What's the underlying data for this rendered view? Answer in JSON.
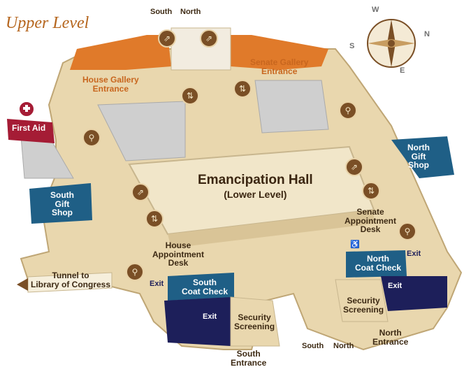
{
  "map": {
    "title": "Upper Level",
    "compass": {
      "w": "W",
      "n": "N",
      "e": "E",
      "s": "S"
    },
    "top_direction": {
      "south": "South",
      "north": "North"
    },
    "bottom_direction": {
      "south": "South",
      "north": "North"
    },
    "labels": {
      "house_gallery": "House Gallery\nEntrance",
      "senate_gallery": "Senate Gallery\nEntrance",
      "first_aid": "First Aid",
      "north_gift_shop": "North\nGift\nShop",
      "south_gift_shop": "South\nGift\nShop",
      "emancipation_hall": "Emancipation Hall",
      "lower_level": "(Lower Level)",
      "senate_desk": "Senate\nAppointment\nDesk",
      "house_desk": "House\nAppointment\nDesk",
      "tunnel": "Tunnel to\nLibrary of Congress",
      "south_coat_check": "South\nCoat Check",
      "north_coat_check": "North\nCoat Check",
      "exit": "Exit",
      "security_screening": "Security\nScreening",
      "south_entrance": "South\nEntrance",
      "north_entrance": "North\nEntrance"
    },
    "colors": {
      "floor": "#e9d7ae",
      "wall": "#cdb585",
      "gray_block": "#cfcfcf",
      "orange": "#e07a2a",
      "blue": "#1f5f86",
      "navy": "#1d1f5a",
      "red": "#a51c35",
      "icon": "#7a4f26"
    },
    "icons": [
      "restroom-icon",
      "escalator-icon",
      "elevator-icon",
      "accessible-icon",
      "first-aid-icon",
      "compass-icon"
    ]
  }
}
